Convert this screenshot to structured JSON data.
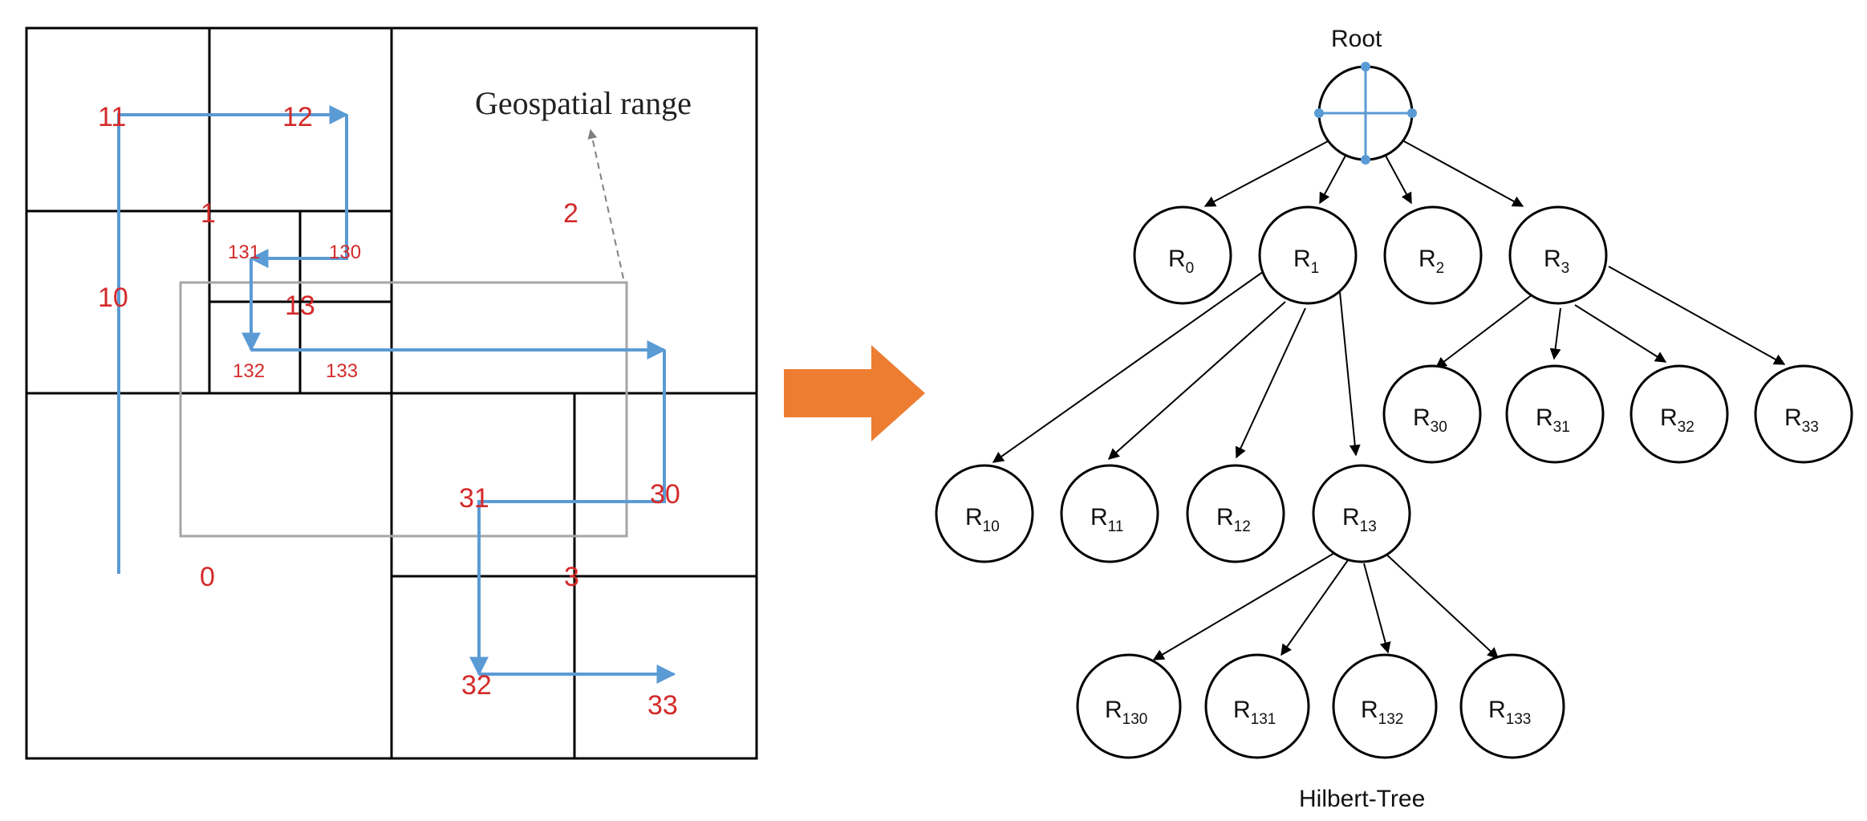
{
  "colors": {
    "grid": "#000000",
    "hilbert_curve": "#5b9bd5",
    "cell_label": "#d42a2a",
    "range_box": "#a6a6a6",
    "dashed_pointer": "#808080",
    "arrow": "#ed7d31",
    "node_stroke": "#000000"
  },
  "left_panel": {
    "range_label": "Geospatial range",
    "cells": {
      "c0": "0",
      "c1": "1",
      "c2": "2",
      "c3": "3",
      "c10": "10",
      "c11": "11",
      "c12": "12",
      "c13": "13",
      "c30": "30",
      "c31": "31",
      "c32": "32",
      "c33": "33",
      "c130": "130",
      "c131": "131",
      "c132": "132",
      "c133": "133"
    }
  },
  "tree": {
    "root_label": "Root",
    "caption": "Hilbert-Tree",
    "node_letter": "R",
    "nodes": [
      {
        "id": "R0",
        "sub": "0"
      },
      {
        "id": "R1",
        "sub": "1"
      },
      {
        "id": "R2",
        "sub": "2"
      },
      {
        "id": "R3",
        "sub": "3"
      },
      {
        "id": "R10",
        "sub": "10"
      },
      {
        "id": "R11",
        "sub": "11"
      },
      {
        "id": "R12",
        "sub": "12"
      },
      {
        "id": "R13",
        "sub": "13"
      },
      {
        "id": "R30",
        "sub": "30"
      },
      {
        "id": "R31",
        "sub": "31"
      },
      {
        "id": "R32",
        "sub": "32"
      },
      {
        "id": "R33",
        "sub": "33"
      },
      {
        "id": "R130",
        "sub": "130"
      },
      {
        "id": "R131",
        "sub": "131"
      },
      {
        "id": "R132",
        "sub": "132"
      },
      {
        "id": "R133",
        "sub": "133"
      }
    ]
  }
}
